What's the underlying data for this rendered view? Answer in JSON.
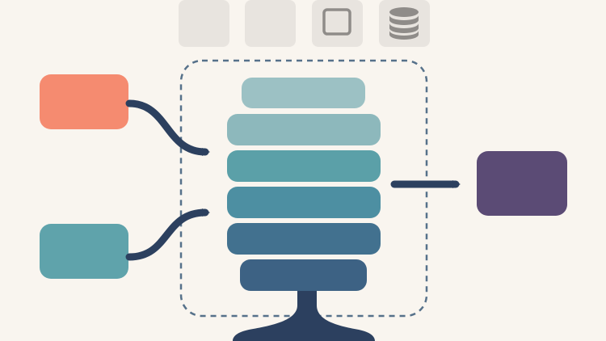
{
  "colors": {
    "background": "#f9f5ef",
    "tile": "#e8e4df",
    "tile_icon": "#8f8c89",
    "input_top": "#f58b70",
    "input_bottom": "#5fa3ab",
    "output": "#5b4b75",
    "arrow": "#2c405f",
    "frame": "#56718a",
    "stand": "#2c405f",
    "layers": [
      "#9cc1c4",
      "#8db8bc",
      "#5ba0a8",
      "#4d8fa2",
      "#42718f",
      "#3d6284"
    ]
  },
  "toolbar": {
    "tiles": [
      {
        "icon": ""
      },
      {
        "icon": ""
      },
      {
        "icon": "square-icon"
      },
      {
        "icon": "database-icon"
      }
    ]
  },
  "diagram": {
    "inputs": [
      "input-node-top",
      "input-node-bottom"
    ],
    "layer_stack_count": 6,
    "output": "output-node"
  }
}
